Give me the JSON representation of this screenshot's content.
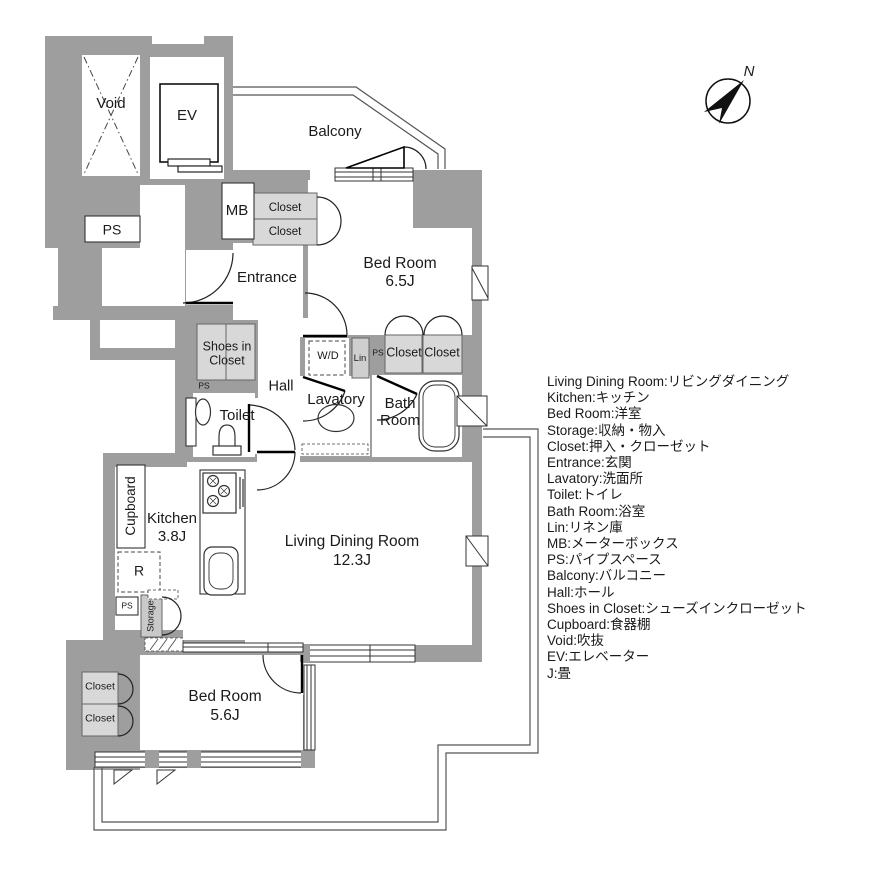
{
  "rooms": {
    "void": "Void",
    "ev": "EV",
    "ps": "PS",
    "balcony": "Balcony",
    "mb": "MB",
    "closet": "Closet",
    "entrance": "Entrance",
    "bedroom1_name": "Bed Room",
    "bedroom1_size": "6.5J",
    "shoes_line1": "Shoes in",
    "shoes_line2": "Closet",
    "hall": "Hall",
    "wd": "W/D",
    "lin": "Lin",
    "toilet": "Toilet",
    "lavatory": "Lavatory",
    "bath_line1": "Bath",
    "bath_line2": "Room",
    "cupboard": "Cupboard",
    "kitchen_name": "Kitchen",
    "kitchen_size": "3.8J",
    "refrigerator": "R",
    "storage": "Storage",
    "ldk_name": "Living Dining Room",
    "ldk_size": "12.3J",
    "bedroom2_name": "Bed Room",
    "bedroom2_size": "5.6J",
    "compass_n": "N"
  },
  "legend": {
    "items": [
      "Living Dining Room:リビングダイニング",
      "Kitchen:キッチン",
      "Bed Room:洋室",
      "Storage:収納・物入",
      "Closet:押入・クローゼット",
      "Entrance:玄関",
      "Lavatory:洗面所",
      "Toilet:トイレ",
      "Bath Room:浴室",
      "Lin:リネン庫",
      "MB:メーターボックス",
      "PS:パイプスペース",
      "Balcony:バルコニー",
      "Hall:ホール",
      "Shoes in Closet:シューズインクローゼット",
      "Cupboard:食器棚",
      "Void:吹抜",
      "EV:エレベーター",
      "J:畳"
    ]
  },
  "colors": {
    "wall": "#9e9e9e",
    "closet_fill": "#d8d8d8",
    "line": "#333333"
  }
}
